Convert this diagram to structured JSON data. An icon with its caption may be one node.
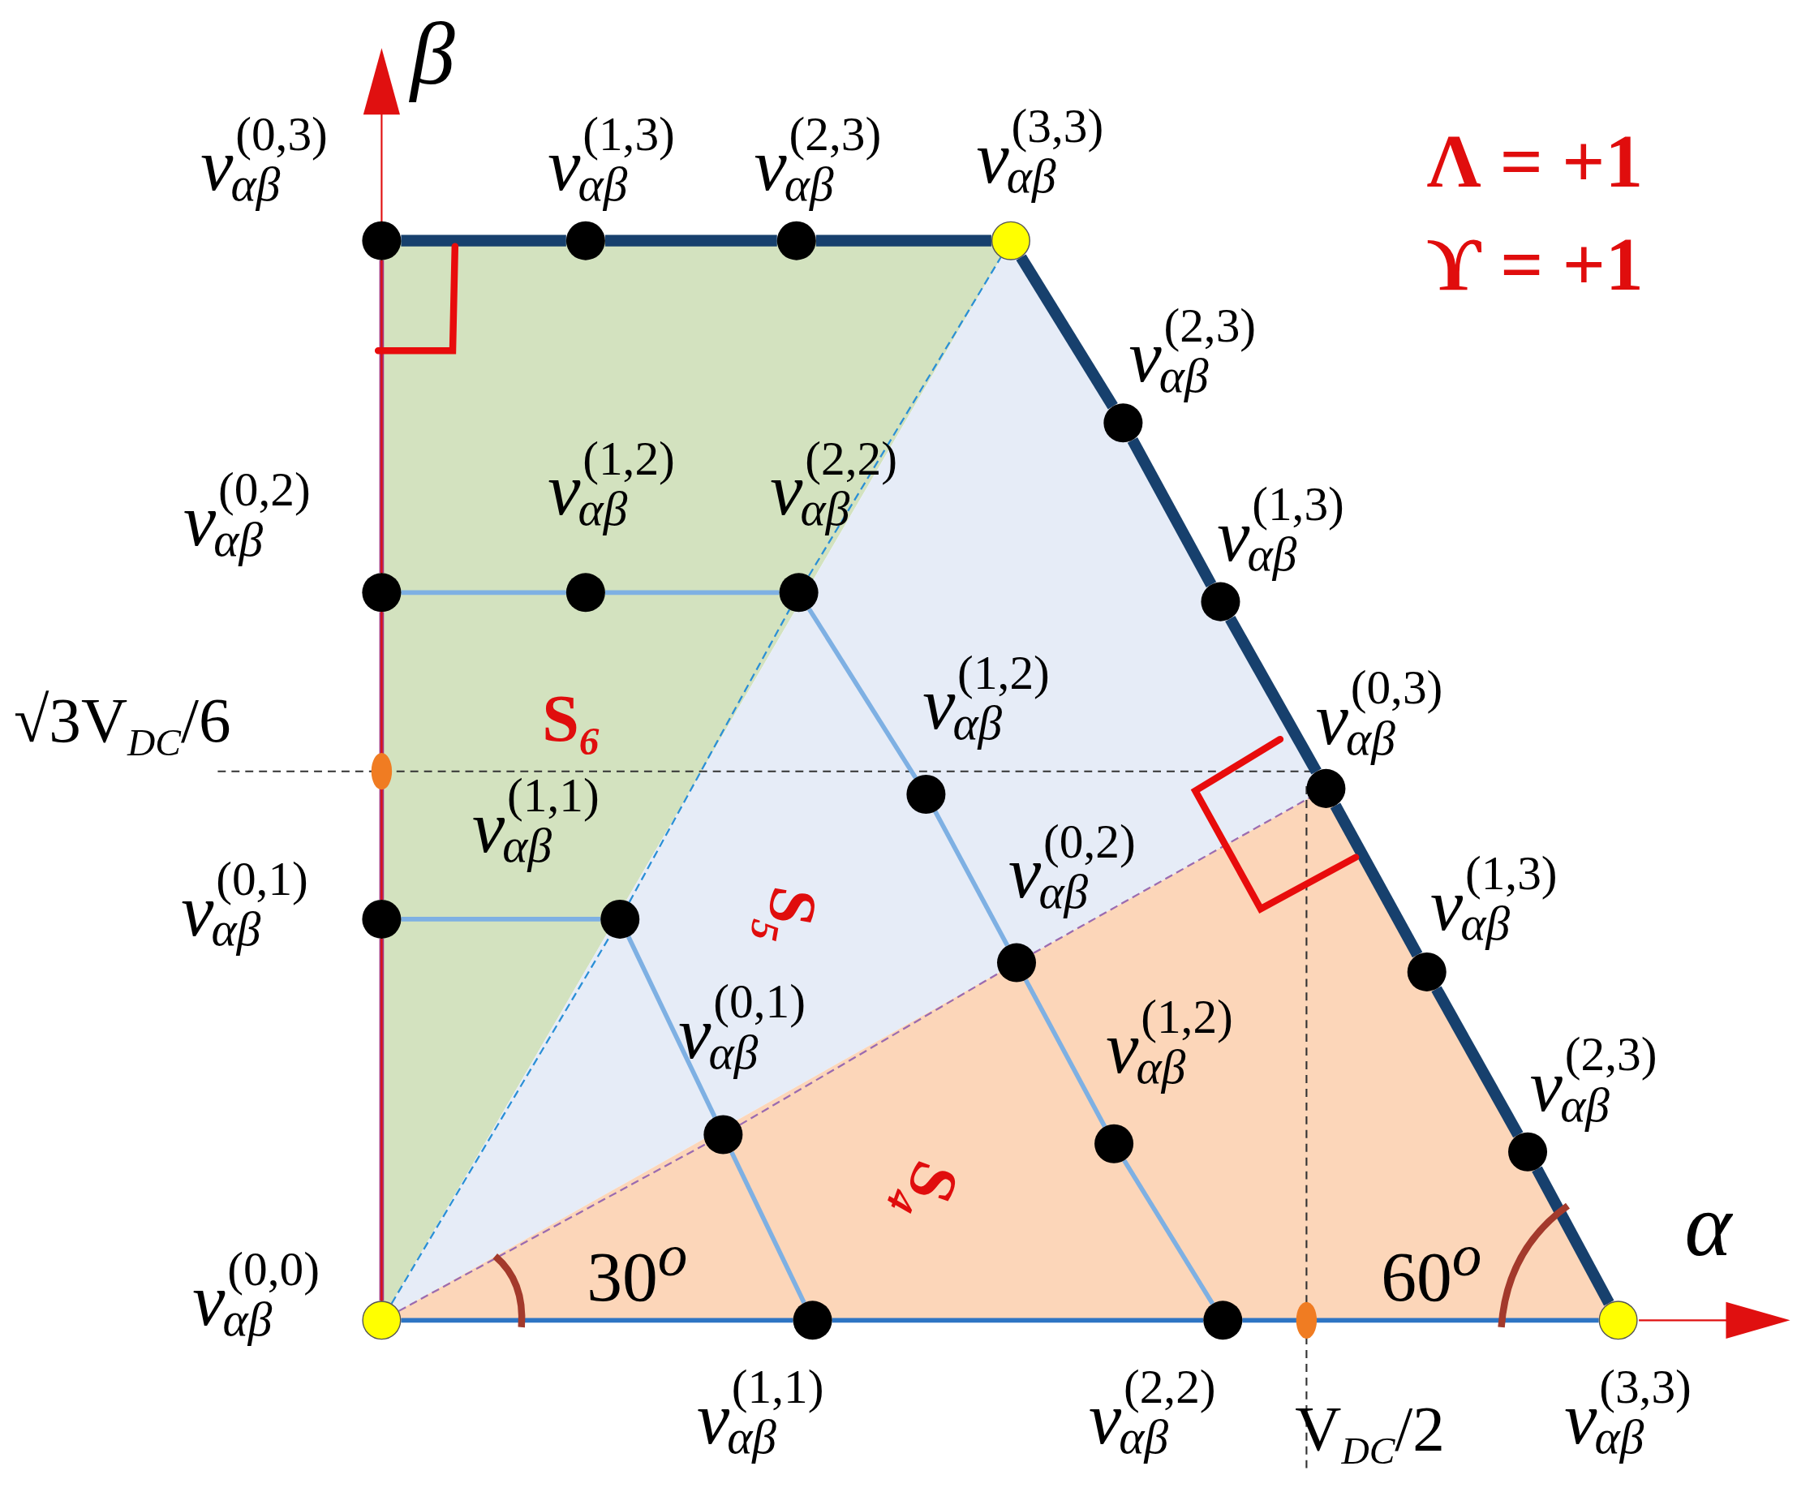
{
  "diagram": {
    "nodes": [
      {
        "text": [],
        "shape": "circle",
        "beside": [
          "v$^{(0,0)}$$_{αβ}$"
        ]
      },
      {
        "text": [],
        "shape": "circle",
        "beside": [
          "v$^{(1,1)}$$_{αβ}$"
        ]
      },
      {
        "text": [],
        "shape": "circle",
        "beside": [
          "v$^{(2,2)}$$_{αβ}$"
        ]
      },
      {
        "text": [],
        "shape": "circle",
        "beside": [
          "v$^{(3,3)}$$_{αβ}$"
        ]
      },
      {
        "text": [],
        "shape": "circle",
        "beside": [
          "v$^{(0,1)}$$_{αβ}$"
        ]
      },
      {
        "text": [],
        "shape": "circle",
        "beside": [
          "v$^{(1,1)}$$_{αβ}$"
        ]
      },
      {
        "text": [],
        "shape": "circle",
        "beside": [
          "v$^{(0,1)}$$_{αβ}$"
        ]
      },
      {
        "text": [],
        "shape": "circle",
        "beside": [
          "v$^{(1,2)}$$_{αβ}$"
        ]
      },
      {
        "text": [],
        "shape": "circle",
        "beside": [
          "v$^{(0,2)}$$_{αβ}$"
        ]
      },
      {
        "text": [],
        "shape": "circle",
        "beside": [
          "v$^{(1,2)}$$_{αβ}$"
        ]
      },
      {
        "text": [],
        "shape": "circle",
        "beside": [
          "v$^{(0,2)}$$_{αβ}$"
        ]
      },
      {
        "text": [],
        "shape": "circle",
        "beside": [
          "v$^{(1,2)}$$_{αβ}$"
        ]
      },
      {
        "text": [],
        "shape": "circle",
        "beside": [
          "v$^{(2,2)}$$_{αβ}$"
        ]
      },
      {
        "text": [],
        "shape": "circle",
        "beside": [
          "v$^{(0,3)}$$_{αβ}$"
        ]
      },
      {
        "text": [],
        "shape": "circle",
        "beside": [
          "v$^{(1,3)}$$_{αβ}$"
        ]
      },
      {
        "text": [],
        "shape": "circle",
        "beside": [
          "v$^{(2,3)}$$_{αβ}$"
        ]
      },
      {
        "text": [],
        "shape": "circle",
        "beside": [
          "v$^{(3,3)}$$_{αβ}$"
        ]
      },
      {
        "text": [],
        "shape": "circle",
        "beside": [
          "v$^{(2,3)}$$_{αβ}$"
        ]
      },
      {
        "text": [],
        "shape": "circle",
        "beside": [
          "v$^{(1,3)}$$_{αβ}$"
        ]
      },
      {
        "text": [],
        "shape": "circle",
        "beside": [
          "v$^{(0,3)}$$_{αβ}$"
        ]
      },
      {
        "text": [],
        "shape": "circle",
        "beside": [
          "v$^{(1,3)}$$_{αβ}$"
        ]
      },
      {
        "text": [],
        "shape": "circle",
        "beside": [
          "v$^{(2,3)}$$_{αβ}$"
        ]
      }
    ],
    "edges": [
      {
        "from": 13,
        "to": 14,
        "arrow": "none",
        "style": "thick",
        "color": "#17406d"
      },
      {
        "from": 14,
        "to": 15,
        "arrow": "none",
        "style": "thick",
        "color": "#17406d"
      },
      {
        "from": 15,
        "to": 16,
        "arrow": "none",
        "style": "thick",
        "color": "#17406d"
      },
      {
        "from": 16,
        "to": 17,
        "arrow": "none",
        "style": "thick",
        "color": "#17406d"
      },
      {
        "from": 17,
        "to": 18,
        "arrow": "none",
        "style": "thick",
        "color": "#17406d"
      },
      {
        "from": 18,
        "to": 19,
        "arrow": "none",
        "style": "thick",
        "color": "#17406d"
      },
      {
        "from": 19,
        "to": 20,
        "arrow": "none",
        "style": "thick",
        "color": "#17406d"
      },
      {
        "from": 20,
        "to": 21,
        "arrow": "none",
        "style": "thick",
        "color": "#17406d"
      },
      {
        "from": 21,
        "to": 3,
        "arrow": "none",
        "style": "thick",
        "color": "#17406d"
      },
      {
        "from": 0,
        "to": 1,
        "arrow": "none",
        "color": "#2e75c4"
      },
      {
        "from": 1,
        "to": 2,
        "arrow": "none",
        "color": "#2e75c4"
      },
      {
        "from": 2,
        "to": 3,
        "arrow": "none",
        "color": "#2e75c4"
      },
      {
        "from": 0,
        "to": 4,
        "arrow": "none",
        "color": "#a3357f"
      },
      {
        "from": 4,
        "to": 10,
        "arrow": "none",
        "color": "#a3357f"
      },
      {
        "from": 10,
        "to": 13,
        "arrow": "none",
        "color": "#a3357f"
      },
      {
        "from": 10,
        "to": 11,
        "arrow": "none",
        "color": "#7eb0e3"
      },
      {
        "from": 11,
        "to": 12,
        "arrow": "none",
        "color": "#7eb0e3"
      },
      {
        "from": 12,
        "to": 9,
        "arrow": "none",
        "color": "#7eb0e3"
      },
      {
        "from": 9,
        "to": 8,
        "arrow": "none",
        "color": "#7eb0e3"
      },
      {
        "from": 8,
        "to": 7,
        "arrow": "none",
        "color": "#7eb0e3"
      },
      {
        "from": 7,
        "to": 2,
        "arrow": "none",
        "color": "#7eb0e3"
      },
      {
        "from": 4,
        "to": 5,
        "arrow": "none",
        "color": "#7eb0e3"
      },
      {
        "from": 5,
        "to": 6,
        "arrow": "none",
        "color": "#7eb0e3"
      },
      {
        "from": 6,
        "to": 1,
        "arrow": "none",
        "color": "#7eb0e3"
      },
      {
        "from": 0,
        "to": 5,
        "arrow": "none",
        "style": "dashed",
        "color": "#2a8fd6"
      },
      {
        "from": 5,
        "to": 12,
        "arrow": "none",
        "style": "dashed",
        "color": "#2a8fd6"
      },
      {
        "from": 12,
        "to": 16,
        "arrow": "none",
        "style": "dashed",
        "color": "#2a8fd6"
      },
      {
        "from": 0,
        "to": 6,
        "arrow": "none",
        "style": "dashed",
        "color": "#9b6bb0"
      },
      {
        "from": 6,
        "to": 8,
        "arrow": "none",
        "style": "dashed",
        "color": "#9b6bb0"
      },
      {
        "from": 8,
        "to": 19,
        "arrow": "none",
        "style": "dashed",
        "color": "#9b6bb0"
      }
    ],
    "labels": [
      "β",
      "Λ = +1",
      "ϒ = +1",
      "√3V$_{DC}$/6",
      "S$_{6}$",
      "S$_{5}$",
      "S$_{4}$",
      "α",
      "30$^{o}$",
      "60$^{o}$",
      "V$_{DC}$/2"
    ]
  }
}
